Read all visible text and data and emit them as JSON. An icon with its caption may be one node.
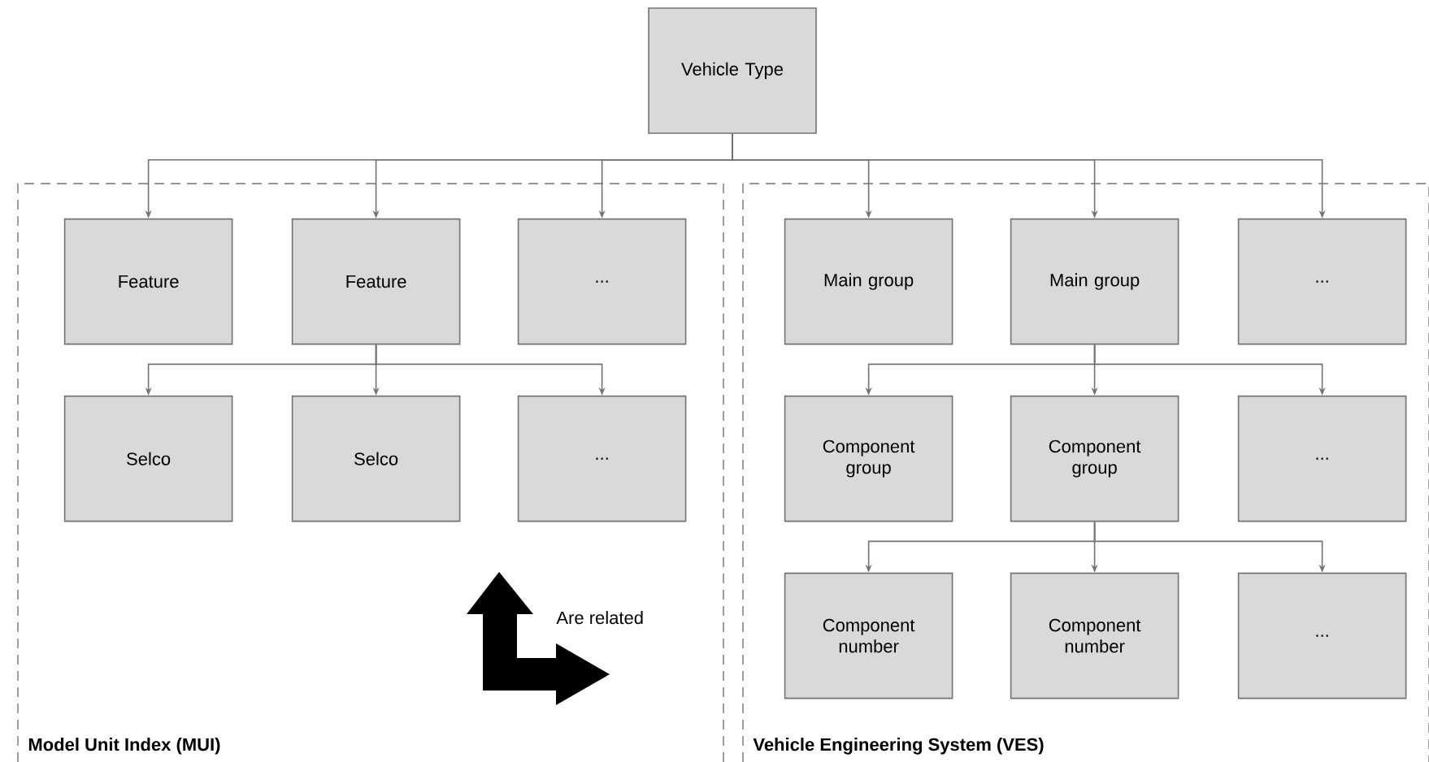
{
  "diagram": {
    "nodes": [
      {
        "text": [
          "Vehicle Type"
        ]
      },
      {
        "text": [
          "Model Unit Index (MUI)"
        ]
      },
      {
        "text": [
          "Feature"
        ],
        "in": 1
      },
      {
        "text": [
          "Feature"
        ],
        "in": 1
      },
      {
        "text": [
          "..."
        ],
        "in": 1
      },
      {
        "text": [
          "Selco"
        ],
        "in": 1
      },
      {
        "text": [
          "Selco"
        ],
        "in": 1
      },
      {
        "text": [
          "..."
        ],
        "in": 1
      },
      {
        "text": [
          "Vehicle Engineering System (VES)"
        ]
      },
      {
        "text": [
          "Main group"
        ],
        "in": 8
      },
      {
        "text": [
          "Main group"
        ],
        "in": 8
      },
      {
        "text": [
          "..."
        ],
        "in": 8
      },
      {
        "text": [
          "Component group"
        ],
        "in": 8
      },
      {
        "text": [
          "Component group"
        ],
        "in": 8
      },
      {
        "text": [
          "..."
        ],
        "in": 8
      },
      {
        "text": [
          "Component number"
        ],
        "in": 8
      },
      {
        "text": [
          "Component number"
        ],
        "in": 8
      },
      {
        "text": [
          "..."
        ],
        "in": 8
      }
    ],
    "edges": [
      {
        "from": 0,
        "to": 2,
        "arrow": "to"
      },
      {
        "from": 0,
        "to": 3,
        "arrow": "to"
      },
      {
        "from": 0,
        "to": 4,
        "arrow": "to"
      },
      {
        "from": 0,
        "to": 9,
        "arrow": "to"
      },
      {
        "from": 0,
        "to": 10,
        "arrow": "to"
      },
      {
        "from": 0,
        "to": 11,
        "arrow": "to"
      },
      {
        "from": 3,
        "to": 5,
        "arrow": "to"
      },
      {
        "from": 3,
        "to": 6,
        "arrow": "to"
      },
      {
        "from": 3,
        "to": 7,
        "arrow": "to"
      },
      {
        "from": 10,
        "to": 12,
        "arrow": "to"
      },
      {
        "from": 10,
        "to": 13,
        "arrow": "to"
      },
      {
        "from": 10,
        "to": 14,
        "arrow": "to"
      },
      {
        "from": 13,
        "to": 15,
        "arrow": "to"
      },
      {
        "from": 13,
        "to": 16,
        "arrow": "to"
      },
      {
        "from": 13,
        "to": 17,
        "arrow": "to"
      }
    ],
    "labels": [
      "Are related"
    ]
  }
}
